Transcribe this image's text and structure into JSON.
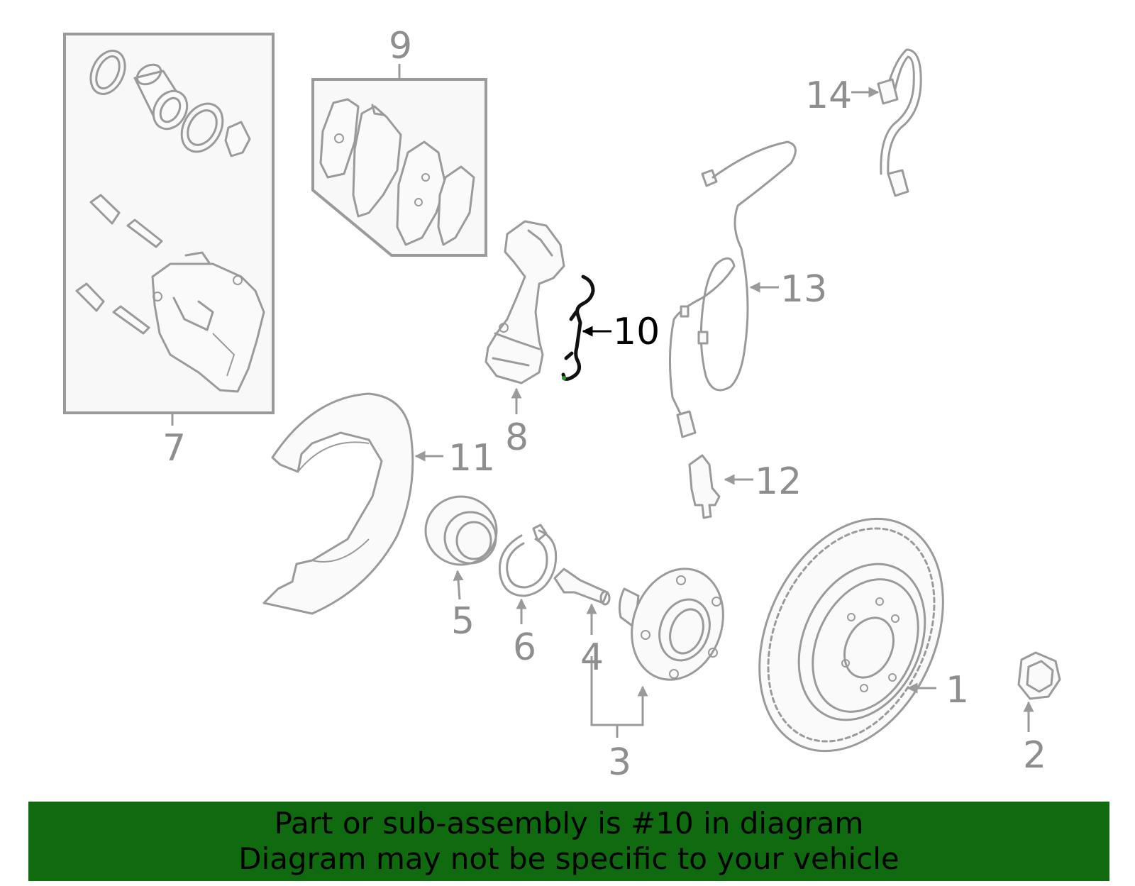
{
  "callouts": {
    "c1": "1",
    "c2": "2",
    "c3": "3",
    "c4": "4",
    "c5": "5",
    "c6": "6",
    "c7": "7",
    "c8": "8",
    "c9": "9",
    "c10": "10",
    "c11": "11",
    "c12": "12",
    "c13": "13",
    "c14": "14"
  },
  "highlighted_part": "10",
  "colors": {
    "part_stroke": "#9a9a9a",
    "highlight": "#111111",
    "banner_bg": "#0f6a10"
  },
  "banner": {
    "line1": "Part or sub-assembly is #10 in diagram",
    "line2": "Diagram may not be specific to your vehicle"
  }
}
